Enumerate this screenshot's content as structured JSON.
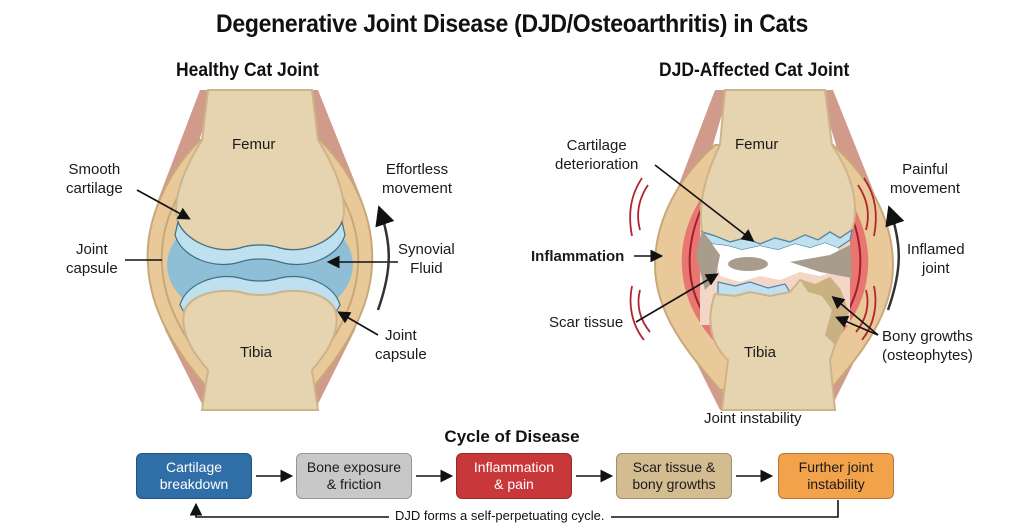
{
  "title": "Degenerative Joint Disease (DJD/Osteoarthritis) in Cats",
  "healthy": {
    "heading": "Healthy Cat Joint",
    "labels": {
      "femur": "Femur",
      "tibia": "Tibia",
      "smooth_cartilage_1": "Smooth",
      "smooth_cartilage_2": "cartilage",
      "joint_capsule_left_1": "Joint",
      "joint_capsule_left_2": "capsule",
      "effortless_1": "Effortless",
      "effortless_2": "movement",
      "synovial_1": "Synovial",
      "synovial_2": "Fluid",
      "joint_capsule_right_1": "Joint",
      "joint_capsule_right_2": "capsule"
    }
  },
  "affected": {
    "heading": "DJD-Affected Cat Joint",
    "labels": {
      "femur": "Femur",
      "tibia": "Tibia",
      "cartilage_det_1": "Cartilage",
      "cartilage_det_2": "deterioration",
      "inflammation": "Inflammation",
      "scar_tissue": "Scar tissue",
      "painful_1": "Painful",
      "painful_2": "movement",
      "inflamed_1": "Inflamed",
      "inflamed_2": "joint",
      "bony_1": "Bony growths",
      "bony_2": "(osteophytes)",
      "instability": "Joint instability"
    }
  },
  "cycle": {
    "title": "Cycle of Disease",
    "steps": [
      {
        "line1": "Cartilage",
        "line2": "breakdown",
        "color": "#2f6ea6",
        "text_color": "#ffffff"
      },
      {
        "line1": "Bone exposure",
        "line2": "& friction",
        "color": "#c8c8c8",
        "text_color": "#1a1a1a"
      },
      {
        "line1": "Inflammation",
        "line2": "& pain",
        "color": "#c8373a",
        "text_color": "#ffffff"
      },
      {
        "line1": "Scar tissue &",
        "line2": "bony growths",
        "color": "#d4bc91",
        "text_color": "#1a1a1a"
      },
      {
        "line1": "Further joint",
        "line2": "instability",
        "color": "#f1a24a",
        "text_color": "#1a1a1a"
      }
    ],
    "note": "DJD forms a self-perpetuating cycle."
  },
  "colors": {
    "bone": "#e6d3b0",
    "bone_edge": "#cdb48a",
    "capsule": "#e9c99a",
    "muscle": "#c98a78",
    "synovial": "#8fbfd6",
    "cartilage": "#bfe0ef",
    "inflammation": "#e8676a",
    "scar": "#a89c8c"
  }
}
